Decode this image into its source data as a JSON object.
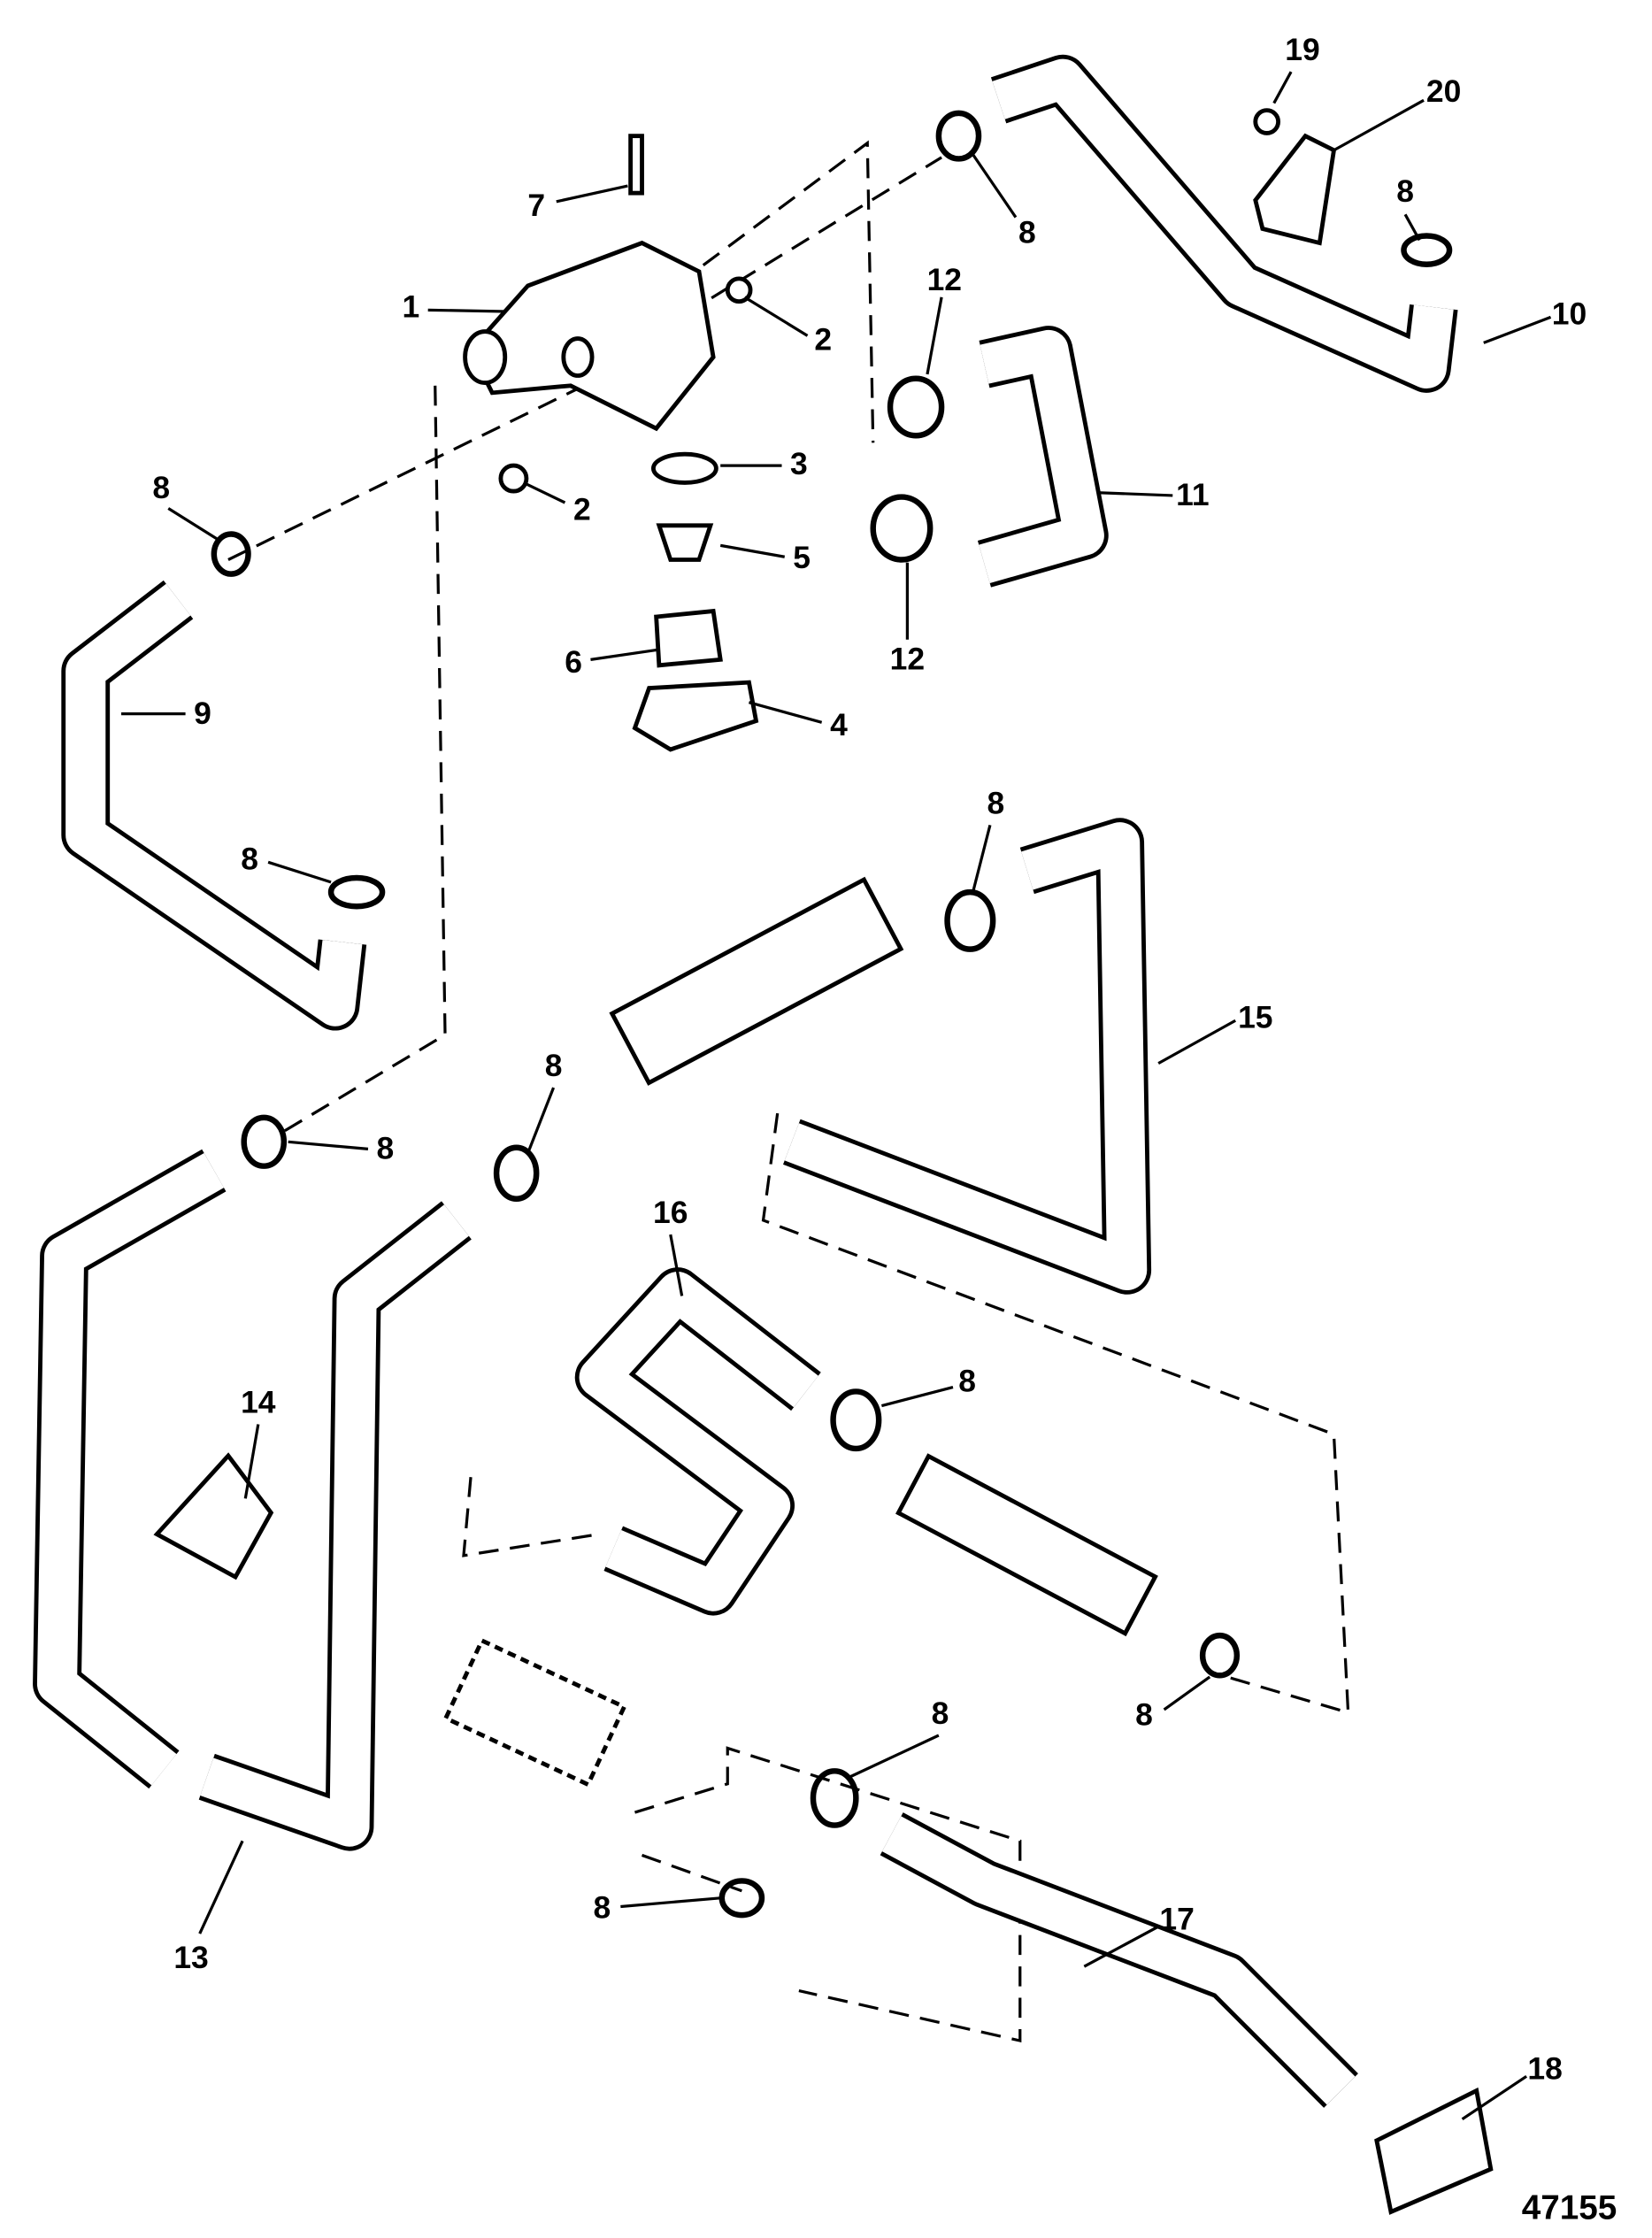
{
  "diagram": {
    "figure_number": "47155",
    "callouts": [
      {
        "id": "c1",
        "text": "1"
      },
      {
        "id": "c2a",
        "text": "2"
      },
      {
        "id": "c2b",
        "text": "2"
      },
      {
        "id": "c3",
        "text": "3"
      },
      {
        "id": "c4",
        "text": "4"
      },
      {
        "id": "c5",
        "text": "5"
      },
      {
        "id": "c6",
        "text": "6"
      },
      {
        "id": "c7",
        "text": "7"
      },
      {
        "id": "c8a",
        "text": "8"
      },
      {
        "id": "c8b",
        "text": "8"
      },
      {
        "id": "c8c",
        "text": "8"
      },
      {
        "id": "c8d",
        "text": "8"
      },
      {
        "id": "c8e",
        "text": "8"
      },
      {
        "id": "c8f",
        "text": "8"
      },
      {
        "id": "c8g",
        "text": "8"
      },
      {
        "id": "c8h",
        "text": "8"
      },
      {
        "id": "c8i",
        "text": "8"
      },
      {
        "id": "c8j",
        "text": "8"
      },
      {
        "id": "c8k",
        "text": "8"
      },
      {
        "id": "c9",
        "text": "9"
      },
      {
        "id": "c10",
        "text": "10"
      },
      {
        "id": "c11",
        "text": "11"
      },
      {
        "id": "c12a",
        "text": "12"
      },
      {
        "id": "c12b",
        "text": "12"
      },
      {
        "id": "c13",
        "text": "13"
      },
      {
        "id": "c14",
        "text": "14"
      },
      {
        "id": "c15",
        "text": "15"
      },
      {
        "id": "c16",
        "text": "16"
      },
      {
        "id": "c17",
        "text": "17"
      },
      {
        "id": "c18",
        "text": "18"
      },
      {
        "id": "c19",
        "text": "19"
      },
      {
        "id": "c20",
        "text": "20"
      }
    ]
  }
}
